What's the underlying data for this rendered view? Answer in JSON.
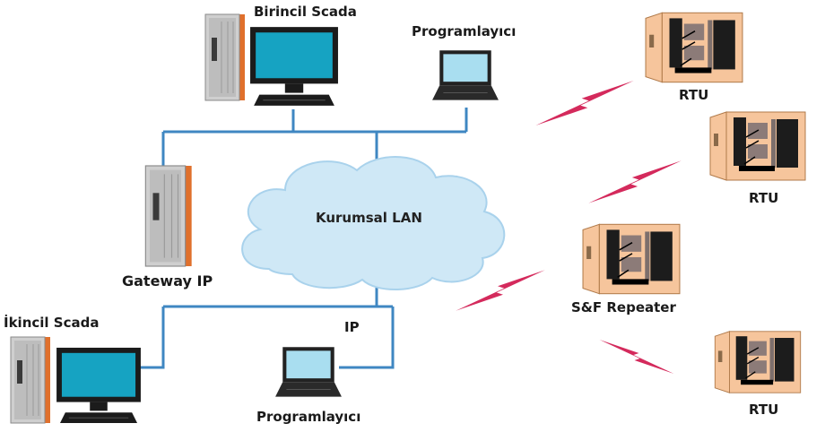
{
  "labels": {
    "primary_scada": "Birincil Scada",
    "programmer_top": "Programlayıcı",
    "gateway": "Gateway IP",
    "cloud": "Kurumsal LAN",
    "secondary_scada": "İkincil Scada",
    "ip": "IP",
    "programmer_bottom": "Programlayıcı",
    "rtu_1": "RTU",
    "rtu_2": "RTU",
    "repeater": "S&F Repeater",
    "rtu_3": "RTU"
  },
  "colors": {
    "network_line": "#3f87c2",
    "cloud_fill": "#cfe8f6",
    "cloud_stroke": "#a9d2ec",
    "monitor_screen": "#16a3c2",
    "tower_gray": "#c9c9c9",
    "tower_accent": "#e0702c",
    "rtu_panel": "#f6c59c",
    "wireless_bolt": "#d42a5c"
  },
  "icons": {
    "workstation": "workstation-icon",
    "laptop": "laptop-icon",
    "server": "server-tower-icon",
    "cloud": "cloud-icon",
    "rtu": "rtu-cabinet-icon",
    "wireless": "wireless-link-icon"
  }
}
